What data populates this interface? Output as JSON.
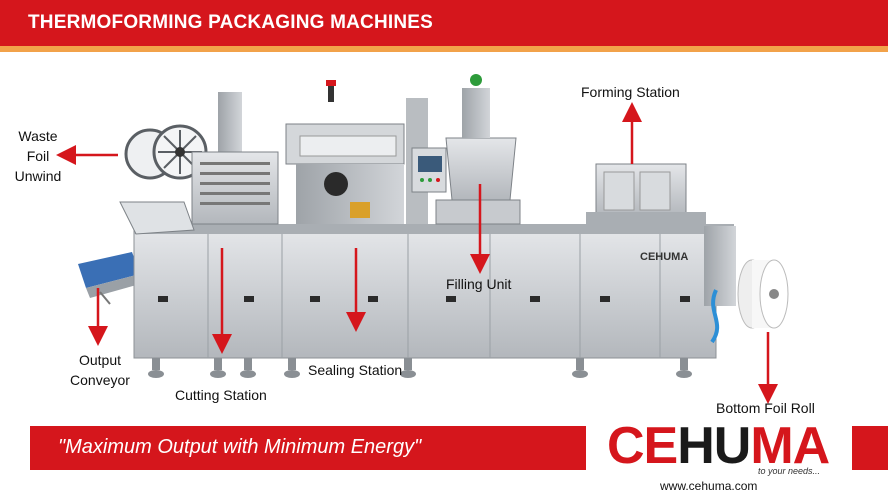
{
  "header": {
    "title": "THERMOFORMING PACKAGING MACHINES"
  },
  "labels": {
    "waste_foil_unwind": [
      "Waste",
      "Foil",
      "Unwind"
    ],
    "forming_station": "Forming Station",
    "filling_unit": "Filling Unit",
    "output_conveyor": [
      "Output",
      "Conveyor"
    ],
    "cutting_station": "Cutting Station",
    "sealing_station": "Sealing Station",
    "bottom_foil_roll": "Bottom Foil Roll",
    "machine_brand_plate": "CEHUMA"
  },
  "footer": {
    "slogan": "\"Maximum Output with Minimum Energy\"",
    "logo": {
      "ce": "CE",
      "hu": "HU",
      "ma": "MA"
    },
    "tagline": "to your needs...",
    "website": "www.cehuma.com"
  },
  "colors": {
    "brand_red": "#d5161c",
    "accent_orange": "#f2a24a",
    "steel": "#c9ccd0"
  }
}
